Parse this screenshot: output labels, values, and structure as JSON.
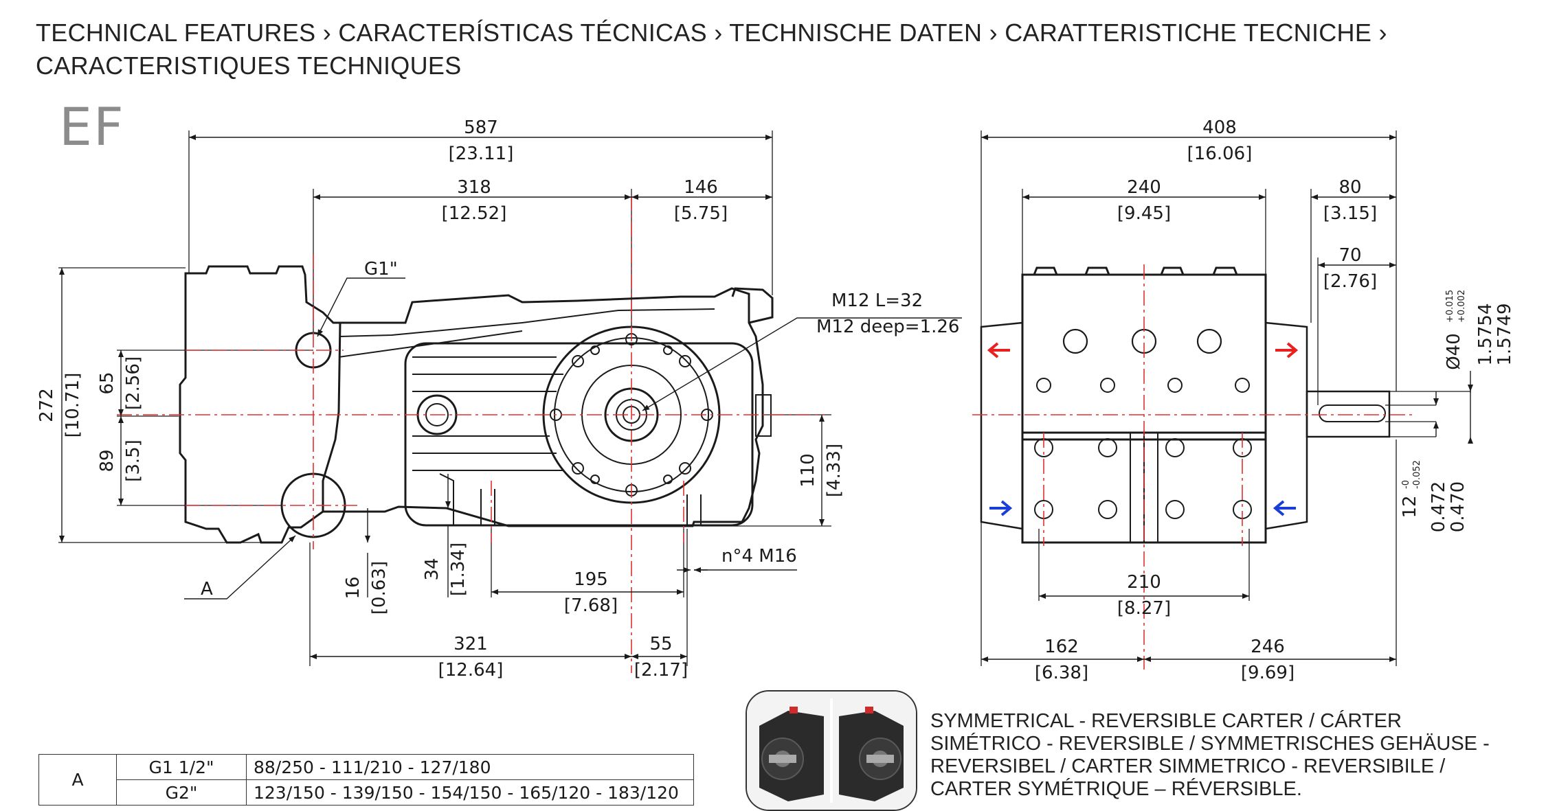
{
  "header": {
    "line1": "TECHNICAL FEATURES › CARACTERÍSTICAS TÉCNICAS › TECHNISCHE DATEN ›  CARATTERISTICHE TECNICHE ›",
    "line2": "CARACTERISTIQUES TECHNIQUES"
  },
  "model_code": "EF",
  "side_view": {
    "total_length": "587",
    "total_length_in": "[23.11]",
    "pump_len": "318",
    "pump_len_in": "[12.52]",
    "shaft_len": "146",
    "shaft_len_in": "[5.75]",
    "height": "272",
    "height_in": "[10.71]",
    "upper": "65",
    "upper_in": "[2.56]",
    "lower": "89",
    "lower_in": "[3.5]",
    "axis_h": "110",
    "axis_h_in": "[4.33]",
    "foot1": "16",
    "foot1_in": "[0.63]",
    "foot2": "34",
    "foot2_in": "[1.34]",
    "feet_span": "195",
    "feet_span_in": "[7.68]",
    "base1": "321",
    "base1_in": "[12.64]",
    "base2": "55",
    "base2_in": "[2.17]",
    "port": "G1\"",
    "label_a": "A",
    "thread1": "M12 L=32",
    "thread2": "M12 deep=1.26",
    "bolts": "n°4 M16"
  },
  "front_view": {
    "width": "408",
    "width_in": "[16.06]",
    "body": "240",
    "body_in": "[9.45]",
    "shaft_total": "80",
    "shaft_total_in": "[3.15]",
    "shaft_key": "70",
    "shaft_key_in": "[2.76]",
    "dia": "Ø40",
    "dia_tol_up": "+0.015",
    "dia_tol_lo": "+0.002",
    "dia_in1": "1.5754",
    "dia_in2": "1.5749",
    "key": "12",
    "key_tol_up": "-0",
    "key_tol_lo": "-0.052",
    "key_in1": "0.472",
    "key_in2": "0.470",
    "base": "210",
    "base_in": "[8.27]",
    "left": "162",
    "left_in": "[6.38]",
    "right": "246",
    "right_in": "[9.69]"
  },
  "table": {
    "label": "A",
    "rows": [
      {
        "size": "G1 1/2\"",
        "values": "88/250 - 111/210 - 127/180"
      },
      {
        "size": "G2\"",
        "values": "123/150 - 139/150 - 154/150 - 165/120 - 183/120"
      }
    ]
  },
  "note": {
    "l1": "SYMMETRICAL - REVERSIBLE CARTER / CÁRTER",
    "l2": "SIMÉTRICO - REVERSIBLE / SYMMETRISCHES GEHÄUSE -",
    "l3": "REVERSIBEL / CARTER SIMMETRICO - REVERSIBILE /",
    "l4": "CARTER SYMÉTRIQUE – RÉVERSIBLE."
  },
  "colors": {
    "line": "#1a1a1a",
    "center": "#e03030",
    "arrow_red": "#e82020",
    "arrow_blue": "#1a3fd6",
    "code": "#8c8c8c"
  }
}
